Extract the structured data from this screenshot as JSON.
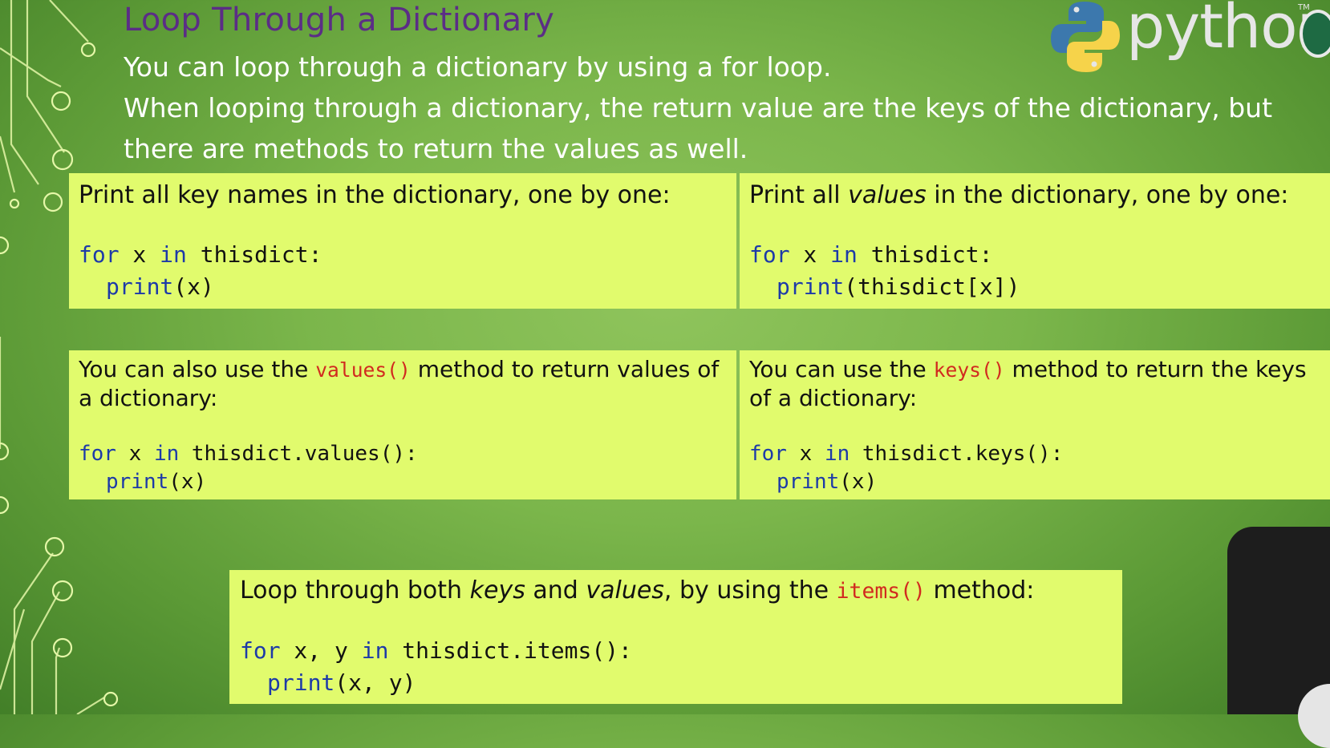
{
  "slide": {
    "title": "Loop Through a Dictionary",
    "intro": [
      "You can loop through a dictionary by using a for loop.",
      "When looping through a dictionary, the return value are the keys of the dictionary, but",
      "there are methods to return the values as well."
    ],
    "logo": {
      "word": "python",
      "tm": "TM"
    }
  },
  "box_keys": {
    "heading": "Print all key names in the dictionary, one by one:",
    "code": {
      "kw_for": "for",
      "var": " x ",
      "kw_in": "in",
      "rest": " thisdict:",
      "fn": "print",
      "arg": "(x)"
    }
  },
  "box_values": {
    "heading_pre": "Print all ",
    "heading_em": "values",
    "heading_post": " in the dictionary, one by one:",
    "code": {
      "kw_for": "for",
      "var": " x ",
      "kw_in": "in",
      "rest": " thisdict:",
      "fn": "print",
      "arg": "(thisdict[x])"
    }
  },
  "box_values_method": {
    "text_pre": "You can also use the ",
    "method": "values()",
    "text_post": " method to return values of a dictionary:",
    "code": {
      "kw_for": "for",
      "var": " x ",
      "kw_in": "in",
      "rest": " thisdict.values():",
      "fn": "print",
      "arg": "(x)"
    }
  },
  "box_keys_method": {
    "text_pre": "You can use the ",
    "method": "keys()",
    "text_post": " method to return the keys of a dictionary:",
    "code": {
      "kw_for": "for",
      "var": " x ",
      "kw_in": "in",
      "rest": " thisdict.keys():",
      "fn": "print",
      "arg": "(x)"
    }
  },
  "box_items": {
    "heading_pre": "Loop through both ",
    "heading_em1": "keys",
    "heading_mid": " and ",
    "heading_em2": "values",
    "heading_mid2": ", by using the ",
    "method": "items()",
    "heading_post": " method:",
    "code": {
      "kw_for": "for",
      "var": " x, y ",
      "kw_in": "in",
      "rest": " thisdict.items():",
      "fn": "print",
      "arg": "(x, y)"
    }
  },
  "colors": {
    "title": "#5b2d86",
    "box_bg": "#e1fb6d",
    "keyword": "#1d3aa8",
    "method": "#d12a1f"
  },
  "icons": [
    "python-logo-icon",
    "badge-icon",
    "circuit-decoration"
  ]
}
